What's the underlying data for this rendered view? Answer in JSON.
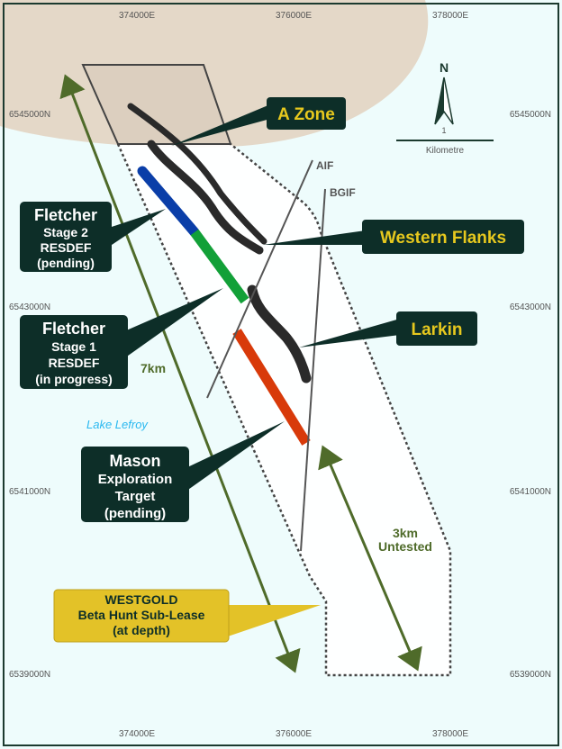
{
  "coords": {
    "easting": [
      "374000E",
      "376000E",
      "378000E"
    ],
    "northing": [
      "6545000N",
      "6543000N",
      "6541000N",
      "6539000N"
    ]
  },
  "north": {
    "label": "N"
  },
  "scale": {
    "value": "1",
    "unit": "Kilometre"
  },
  "faults": {
    "aif": "AIF",
    "bgif": "BGIF"
  },
  "labels": {
    "a_zone": "A Zone",
    "western_flanks": "Western Flanks",
    "larkin": "Larkin",
    "fletcher2": [
      "Fletcher",
      "Stage 2",
      "RESDEF",
      "(pending)"
    ],
    "fletcher1": [
      "Fletcher",
      "Stage 1",
      "RESDEF",
      "(in progress)"
    ],
    "mason": [
      "Mason",
      "Exploration",
      "Target",
      "(pending)"
    ],
    "westgold": [
      "WESTGOLD",
      "Beta Hunt Sub-Lease",
      "(at depth)"
    ],
    "lake": "Lake Lefroy",
    "dist7": "7km",
    "dist3": [
      "3km",
      "Untested"
    ]
  },
  "colors": {
    "stage2": "#0a3ea8",
    "stage1": "#12a038",
    "mason": "#d83a0a",
    "arrow": "#4f6b2a",
    "land": "#e4d8c8",
    "water": "#eefcfc"
  }
}
